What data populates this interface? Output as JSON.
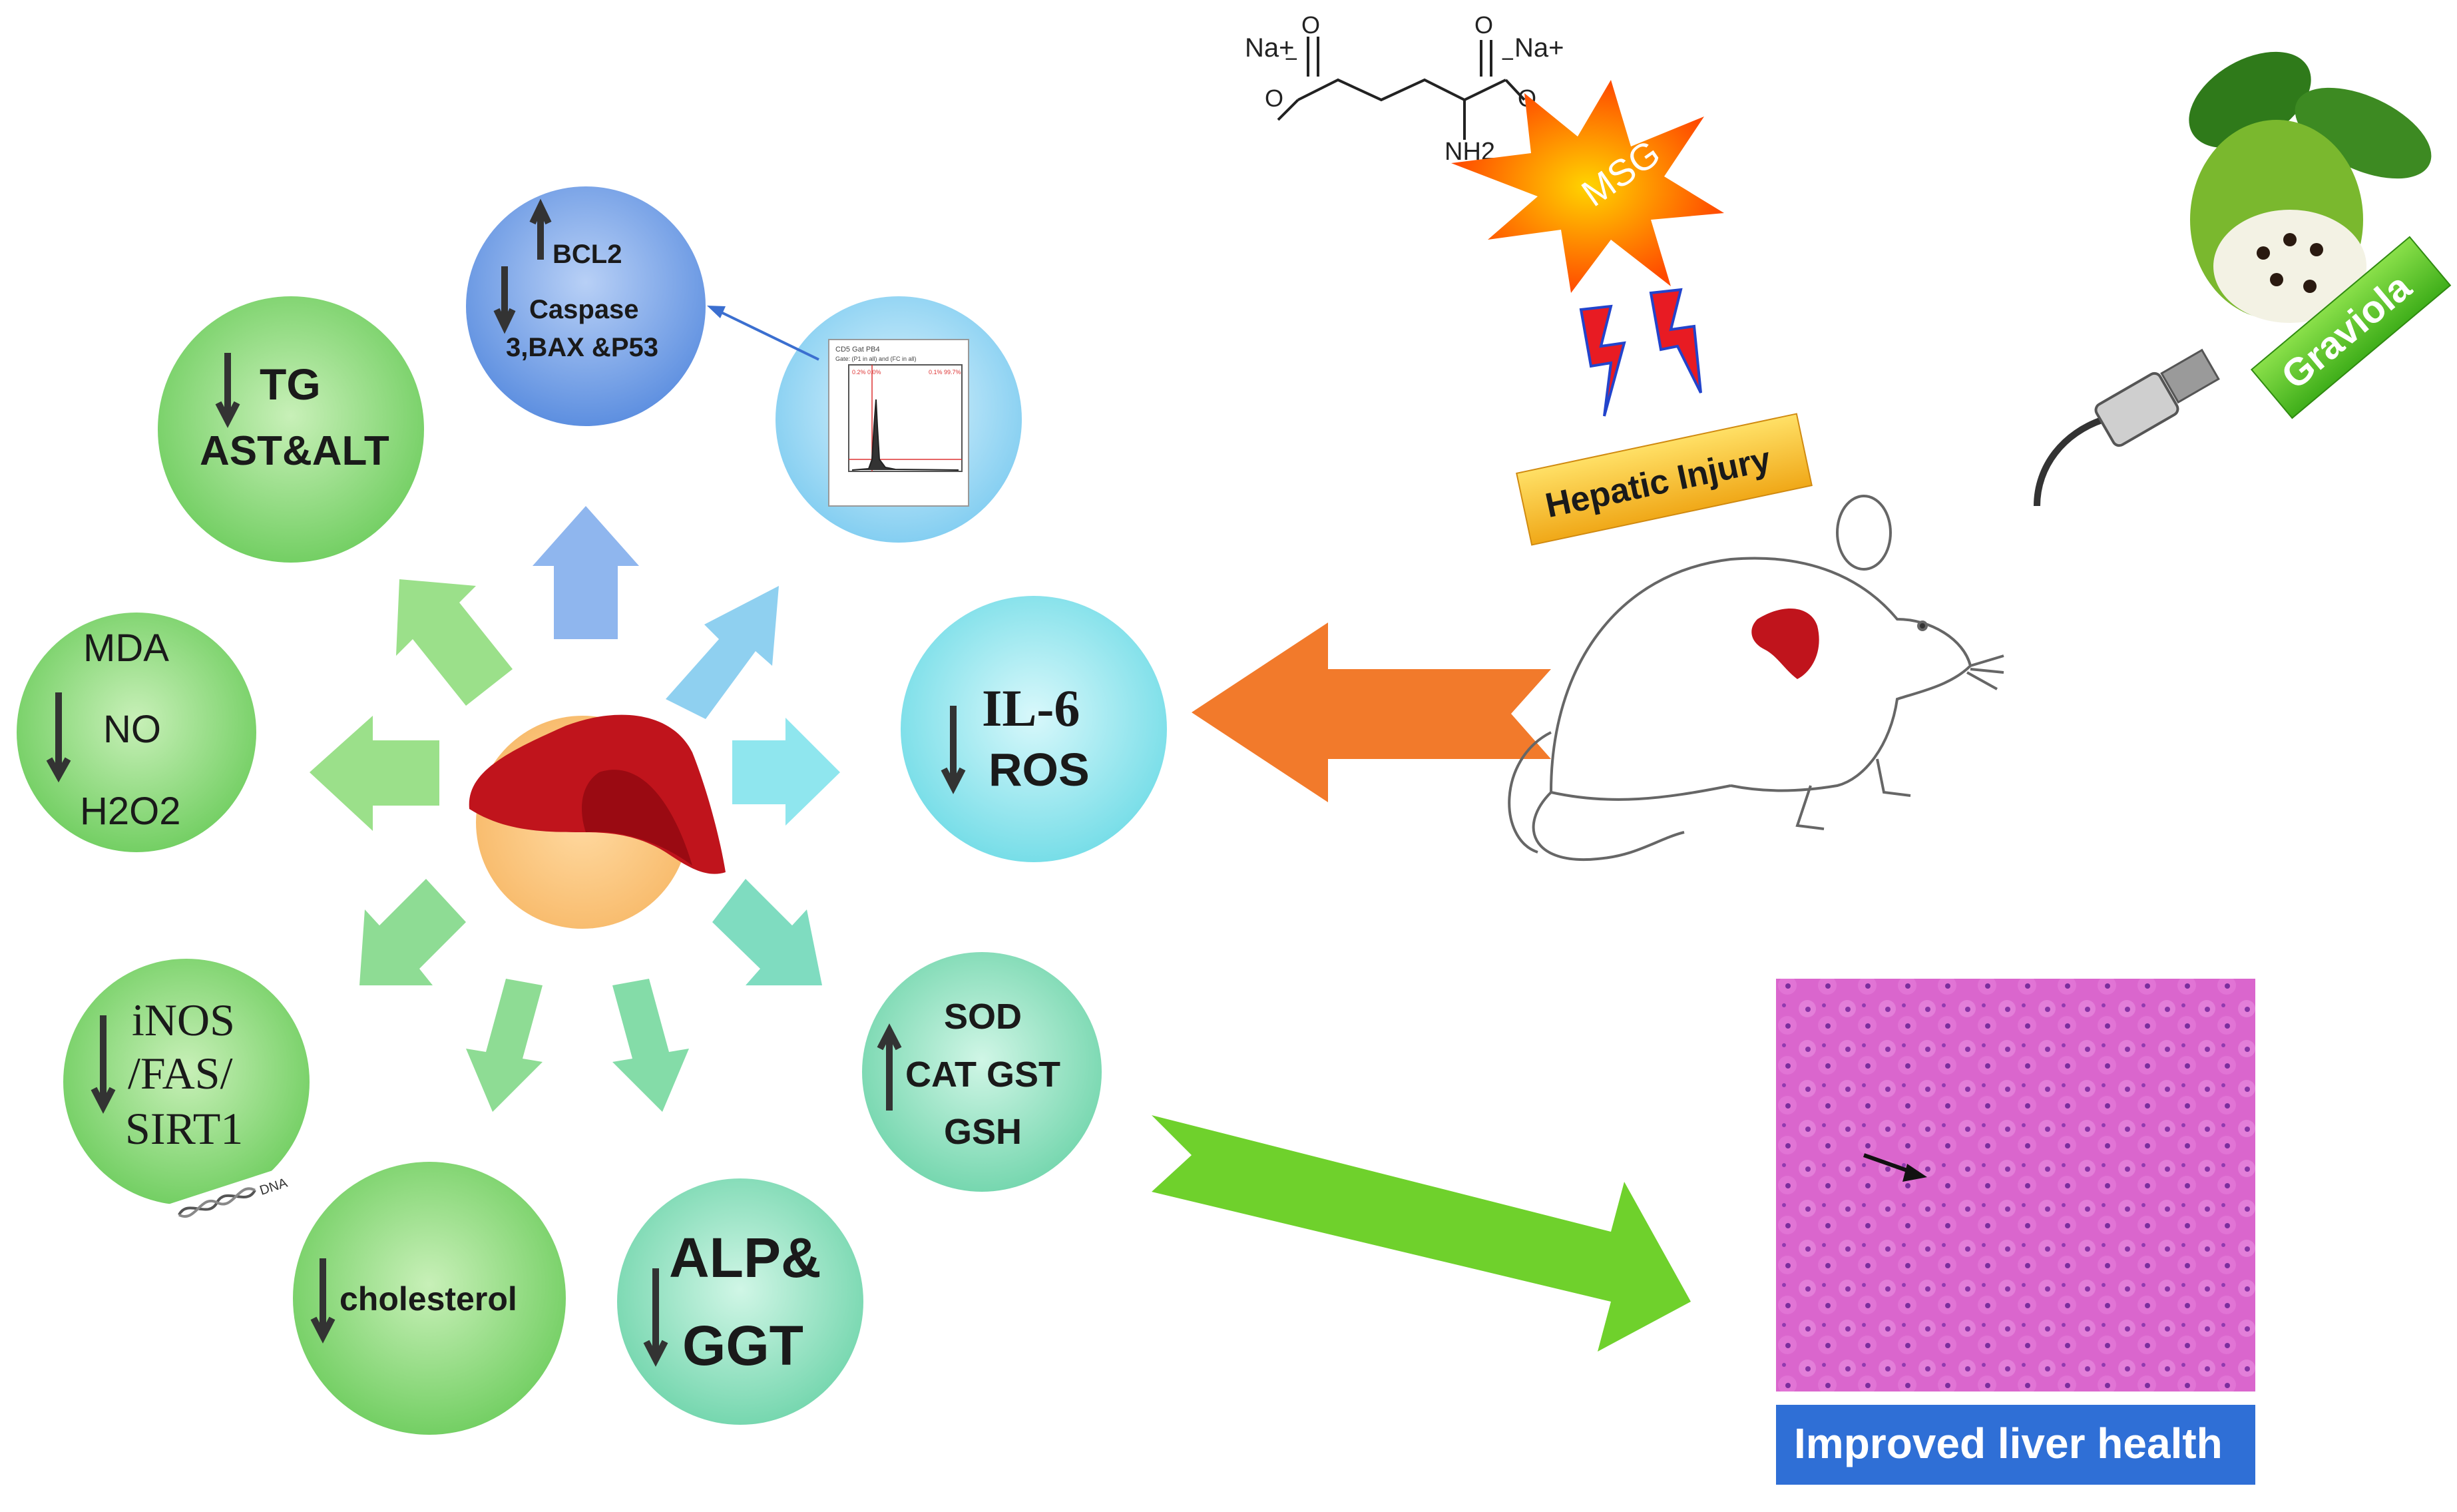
{
  "circles": {
    "bcl2": {
      "up_label": "BCL2",
      "down_label_line1": "Caspase",
      "down_label_line2": "3,BAX &P53"
    },
    "tg": {
      "line1": "TG",
      "line2": "AST&ALT"
    },
    "mda": {
      "line1": "MDA",
      "line2": "NO",
      "line3": "H2O2"
    },
    "il6": {
      "line1": "IL-6",
      "line2": "ROS"
    },
    "sod": {
      "line1": "SOD",
      "line2": "CAT   GST",
      "line3": "GSH"
    },
    "inos": {
      "line1": "iNOS",
      "line2": "/FAS/",
      "line3": "SIRT1",
      "dna_label": "DNA"
    },
    "cholesterol": {
      "line1": "cholesterol"
    },
    "alp": {
      "line1": "ALP&",
      "line2": "GGT"
    }
  },
  "flow_plot": {
    "header_line1": "CD5 Gat PB4",
    "header_line2": "Gate: (P1 in all) and (FC in all)",
    "q_left": "0.2% 0.0%",
    "q_right": "0.1% 99.7%"
  },
  "chemical": {
    "na_left": "Na+",
    "na_right": "Na+",
    "amine": "NH2",
    "o_label": "O",
    "minus": "−"
  },
  "msg_label": "MSG",
  "hepatic_label": "Hepatic Injury",
  "graviola_label": "Graviola",
  "improved_label": "Improved liver health",
  "colors": {
    "green_circle": "#8ed87a",
    "blue_circle": "#7fa7e6",
    "cyan_circle": "#8fe6ee",
    "teal_circle": "#7fe0b8",
    "liver": "#c0141c",
    "orange_arrow": "#f27a2b",
    "green_arrow": "#6fd12c",
    "histology": "#d85ac8",
    "label_blue": "#2f6fd6",
    "hepatic_yellow": "#f5c02a",
    "graviola_green": "#5fcc2a"
  }
}
